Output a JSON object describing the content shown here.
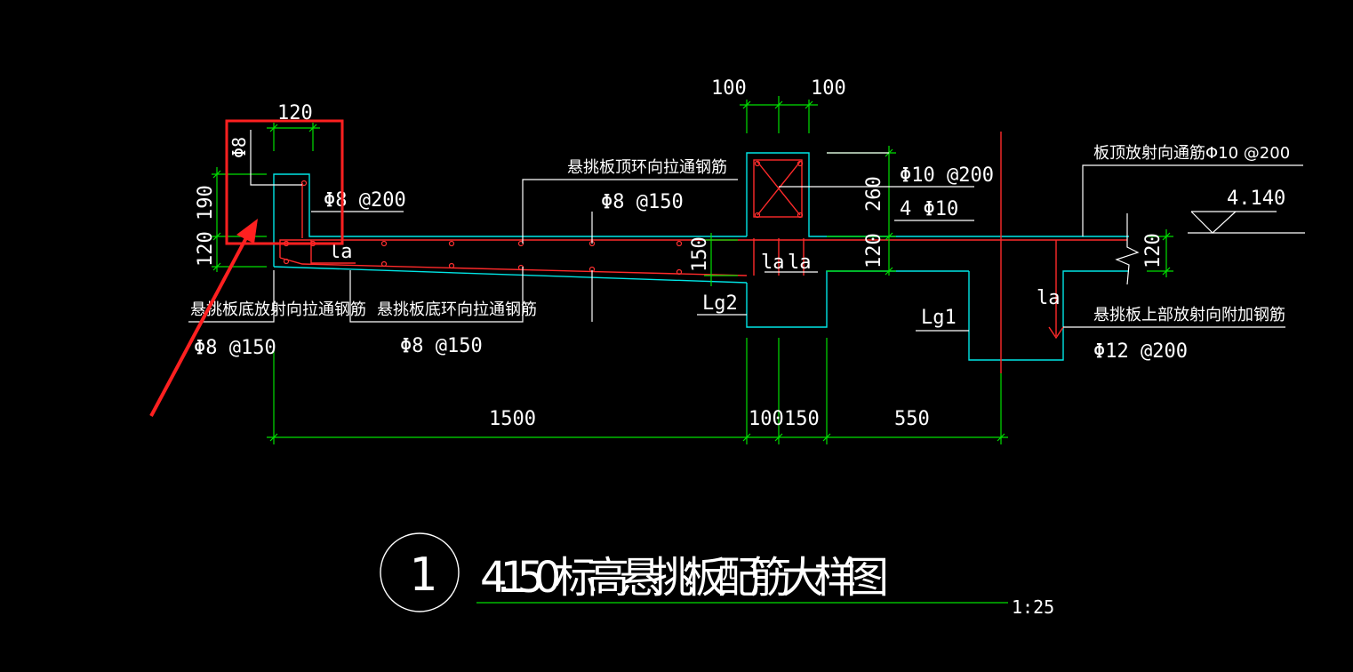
{
  "labels": {
    "dim_120_top": "120",
    "dim_100_left": "100",
    "dim_100_right": "100",
    "dim_190": "190",
    "dim_120_left": "120",
    "dim_150_mid": "150",
    "dim_260": "260",
    "dim_120_mid": "120",
    "dim_120_right": "120",
    "dim_1500": "1500",
    "dim_100_bottom": "100",
    "dim_150_bottom": "150",
    "dim_550": "550",
    "phi8_vertical": "Φ8",
    "rebar_phi8_200": "Φ8 @200",
    "top_ring_title": "悬挑板顶环向拉通钢筋",
    "top_ring_spec": "Φ8 @150",
    "beam_stirrup": "Φ10 @200",
    "beam_bars": "4 Φ10",
    "slab_top_radial_title": "板顶放射向通筋Φ10 @200",
    "elevation": "4.140",
    "la_1": "la",
    "la_2": "la",
    "la_3": "la",
    "la_4": "la",
    "lg2": "Lg2",
    "lg1": "Lg1",
    "bottom_radial_title": "悬挑板底放射向拉通钢筋",
    "bottom_radial_spec": "Φ8 @150",
    "bottom_ring_title": "悬挑板底环向拉通钢筋",
    "bottom_ring_spec": "Φ8 @150",
    "top_additional_title": "悬挑板上部放射向附加钢筋",
    "top_additional_spec": "Φ12 @200",
    "detail_number": "1",
    "drawing_title": "4.150 标高悬挑板配筋大样图",
    "scale": "1:25"
  },
  "colors": {
    "background": "#000000",
    "dimension": "#00e000",
    "concrete_outline": "#00e5e5",
    "rebar": "#ff2a2a",
    "text": "#ffffff",
    "highlight": "#ff2020"
  }
}
